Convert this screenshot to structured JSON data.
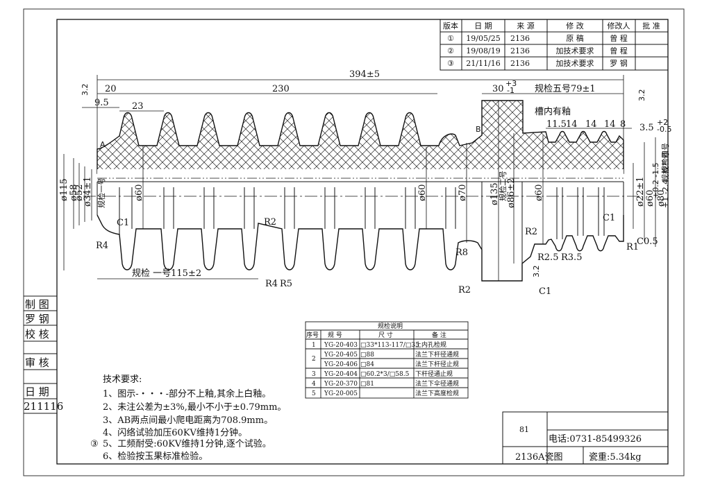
{
  "revision_table": {
    "headers": [
      "版本",
      "日 期",
      "来 源",
      "修 改",
      "修改人",
      "批 准"
    ],
    "rows": [
      {
        "ver": "①",
        "date": "19/05/25",
        "src": "2136",
        "mod": "原 稿",
        "by": "曾 程"
      },
      {
        "ver": "②",
        "date": "19/08/19",
        "src": "2136",
        "mod": "加技术要求",
        "by": "曾 程"
      },
      {
        "ver": "③",
        "date": "21/11/16",
        "src": "2136",
        "mod": "加技术要求",
        "by": "罗 钢"
      }
    ]
  },
  "side_block": {
    "draw_label": "制 图",
    "draw_name": "罗 钢",
    "check_label": "校 核",
    "review_label": "审 核",
    "date_label": "日 期",
    "date_value": "211116"
  },
  "dimensions": {
    "total_length": "394±5",
    "d20": "20",
    "d230": "230",
    "d9_5": "9.5",
    "d23": "23",
    "d30": "30",
    "d30_tol": "+3",
    "d30_tol2": "-1",
    "gauge5": "规检五号79±1",
    "groove_glaze": "槽内有釉",
    "d11_5": "11.5",
    "d14a": "14",
    "d14b": "14",
    "d14c": "14",
    "d8": "8",
    "d3_5": "3.5",
    "d3_5_tol": "+2",
    "d3_5_tol2": "-0.5",
    "phi115": "ø115",
    "phi58": "ø58",
    "phi52": "ø52",
    "phi34": "ø34±1",
    "gauge1_side": "规检一号",
    "phi60a": "ø60",
    "phi60b": "ø60",
    "phi70": "ø70",
    "phi135": "ø135",
    "gauge2": "规检二号",
    "phi86": "ø86±2",
    "phi60c": "ø60",
    "phi22": "ø22±1",
    "phi60d": "ø60",
    "phi60d_tol": "+0.2 -1.5",
    "gauge3": "规检三号",
    "phi80": "ø80",
    "phi80_tol": "+1 -2.4",
    "gauge4": "规检四号",
    "c1a": "C1",
    "c1b": "C1",
    "c1c": "C1",
    "c0_5": "C0.5",
    "r4a": "R4",
    "r2a": "R2",
    "r4b": "R4",
    "r5": "R5",
    "r8": "R8",
    "r2b": "R2",
    "r2c": "R2",
    "r2_5": "R2.5",
    "r3_5": "R3.5",
    "r1": "R1",
    "gauge1_bottom": "规检 一号115±2",
    "pt_a": "A",
    "pt_b": "B",
    "rough": "3.2"
  },
  "gauge_table": {
    "title": "规检说明",
    "headers": [
      "序号",
      "规 号",
      "尺 寸",
      "备 注"
    ],
    "rows": [
      {
        "no": "1",
        "code": "YG-20-403",
        "size": "□33*113-117/□35",
        "note": "上内孔检规"
      },
      {
        "no": "2",
        "code": "YG-20-405",
        "size": "□88",
        "note": "法兰下杆径通规"
      },
      {
        "no": "",
        "code": "YG-20-406",
        "size": "□84",
        "note": "法兰下杆径止规"
      },
      {
        "no": "3",
        "code": "YG-20-404",
        "size": "□60.2*3/□58.5",
        "note": "下杆径通止规"
      },
      {
        "no": "4",
        "code": "YG-20-370",
        "size": "□81",
        "note": "法兰下伞径通规"
      },
      {
        "no": "5",
        "code": "YG-20-005",
        "size": "",
        "note": "法兰下高度检规"
      }
    ]
  },
  "tech_requirements": {
    "title": "技术要求:",
    "items": [
      "1、图示-・・・-部分不上釉,其余上白釉。",
      "2、未注公差为±3%,最小不小于±0.79mm。",
      "3、AB两点间最小爬电距离为708.9mm。",
      "4、闪络试验加压60KV维持1分钟。",
      "5、工频耐受:60KV维持1分钟,逐个试验。",
      "6、检验按玉果标准检验。"
    ],
    "rev_marker": "③"
  },
  "title_block": {
    "number": "81",
    "phone": "电话:0731-85499326",
    "drawing_name": "2136A瓷图",
    "weight": "瓷重:5.34kg"
  }
}
